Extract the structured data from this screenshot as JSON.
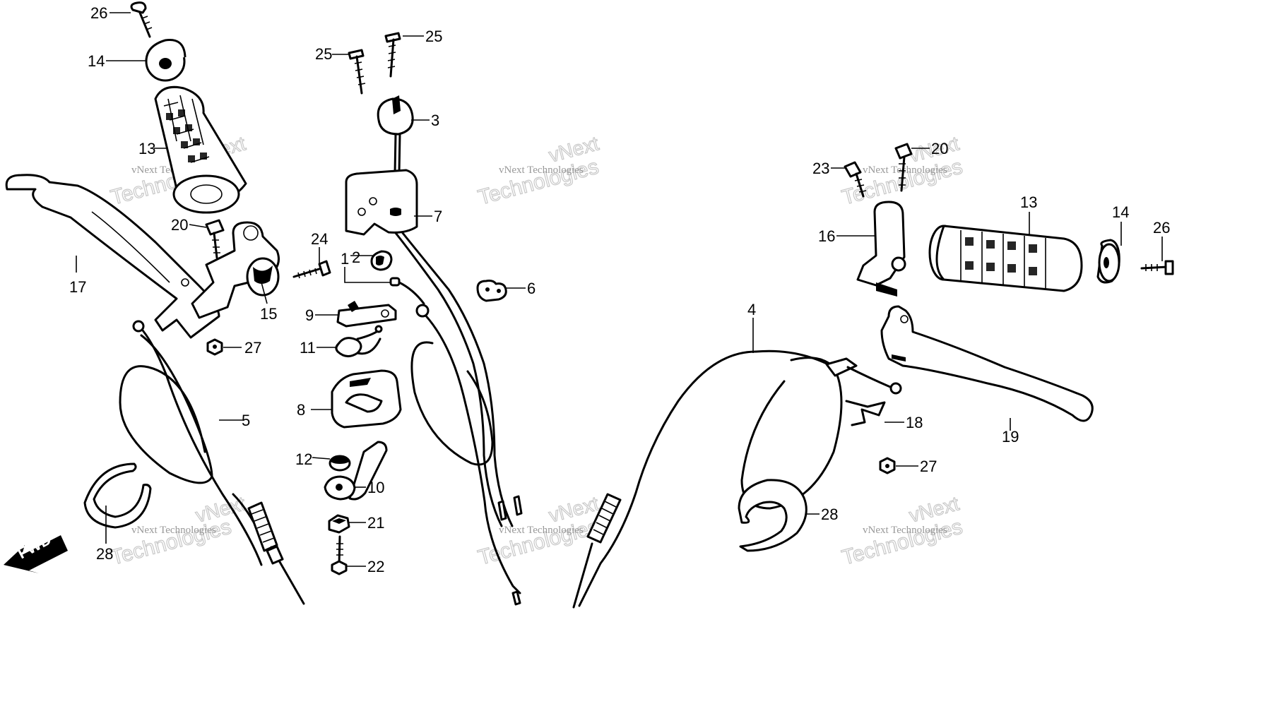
{
  "labels": {
    "l1": "1",
    "l2": "2",
    "l3": "3",
    "l4": "4",
    "l5": "5",
    "l6": "6",
    "l7": "7",
    "l8": "8",
    "l9": "9",
    "l10": "10",
    "l11": "11",
    "l12": "12",
    "l13a": "13",
    "l13b": "13",
    "l14a": "14",
    "l14b": "14",
    "l15": "15",
    "l16": "16",
    "l17": "17",
    "l18": "18",
    "l19": "19",
    "l20a": "20",
    "l20b": "20",
    "l21": "21",
    "l22": "22",
    "l23": "23",
    "l24": "24",
    "l25a": "25",
    "l25b": "25",
    "l26a": "26",
    "l26b": "26",
    "l27a": "27",
    "l27b": "27",
    "l28a": "28",
    "l28b": "28"
  },
  "fwd": "FWD",
  "watermark": {
    "top": "vNext",
    "bottom": "Technologies",
    "small": "vNext Technologies"
  }
}
